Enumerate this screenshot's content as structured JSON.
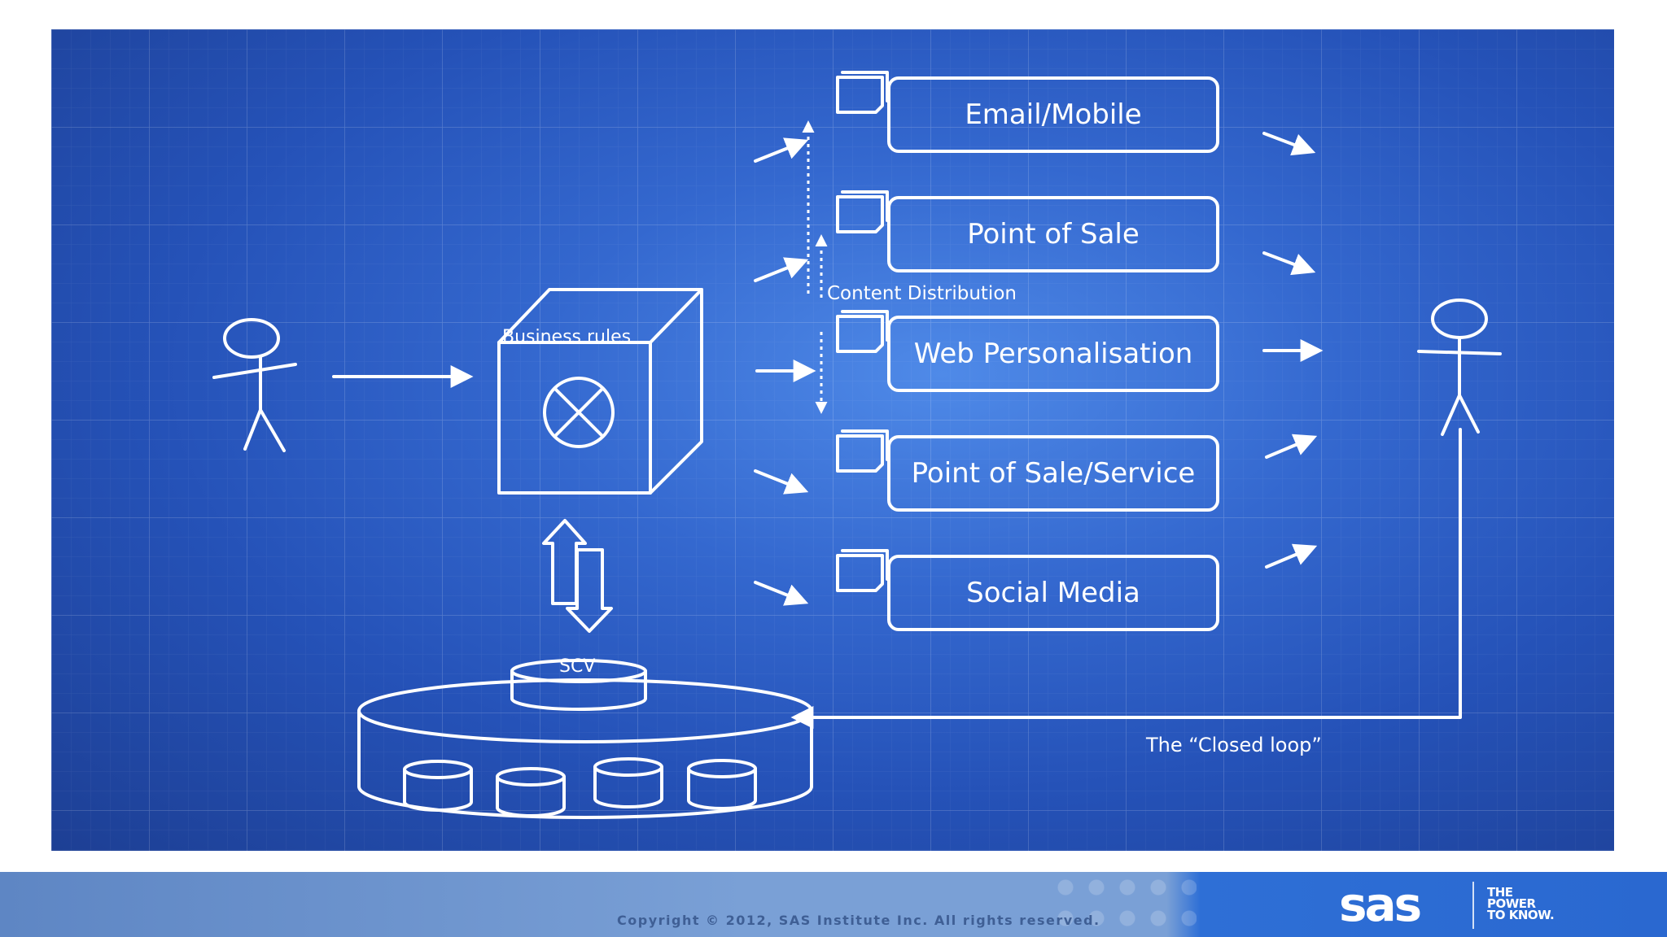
{
  "diagram": {
    "business_rules_label": "Business rules",
    "scv_label": "SCV",
    "content_distribution_label": "Content Distribution",
    "closed_loop_label": "The “Closed loop”",
    "channels": [
      {
        "label": "Email/Mobile"
      },
      {
        "label": "Point of Sale"
      },
      {
        "label": "Web Personalisation"
      },
      {
        "label": "Point of Sale/Service"
      },
      {
        "label": "Social Media"
      }
    ]
  },
  "footer": {
    "copyright": "Copyright © 2012, SAS Institute Inc. All rights reserved.",
    "logo_text": "sas",
    "tagline": [
      "THE",
      "POWER",
      "TO KNOW."
    ]
  },
  "colors": {
    "blueprint_light": "#4f8ae8",
    "blueprint_dark": "#1d3f94",
    "line": "#ffffff"
  }
}
